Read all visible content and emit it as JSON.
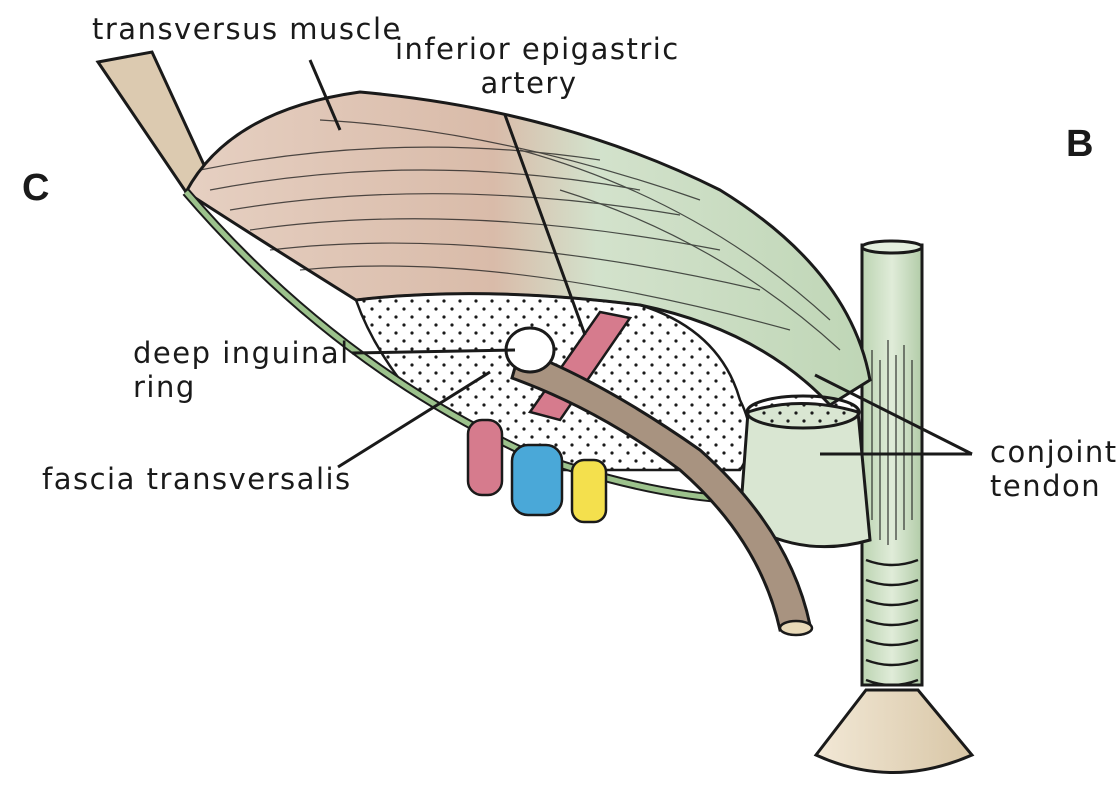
{
  "labels": {
    "transversus": "transversus muscle",
    "epigastric_line1": "inferior epigastric",
    "epigastric_line2": "artery",
    "deep_ring_line1": "deep inguinal",
    "deep_ring_line2": "ring",
    "fascia": "fascia transversalis",
    "conjoint_line1": "conjoint",
    "conjoint_line2": "tendon",
    "panel_c": "C",
    "panel_b": "B"
  },
  "structures": [
    "transversus-muscle",
    "internal-oblique-muscle",
    "fascia-transversalis",
    "deep-inguinal-ring",
    "inferior-epigastric-artery",
    "spermatic-cord",
    "conjoint-tendon",
    "rectus-sheath-column",
    "femoral-vessels-and-nerve"
  ],
  "colors": {
    "transversus": "#dcc0b0",
    "oblique": "#c9dcc2",
    "fascia_edge": "#9cc28c",
    "artery": "#d67b8d",
    "vein": "#4aa8d8",
    "nerve": "#f4e04d",
    "cord": "#a89380",
    "tendon": "#d9e6d2",
    "base": "#e9dcc6",
    "outline": "#1a1a1a"
  }
}
